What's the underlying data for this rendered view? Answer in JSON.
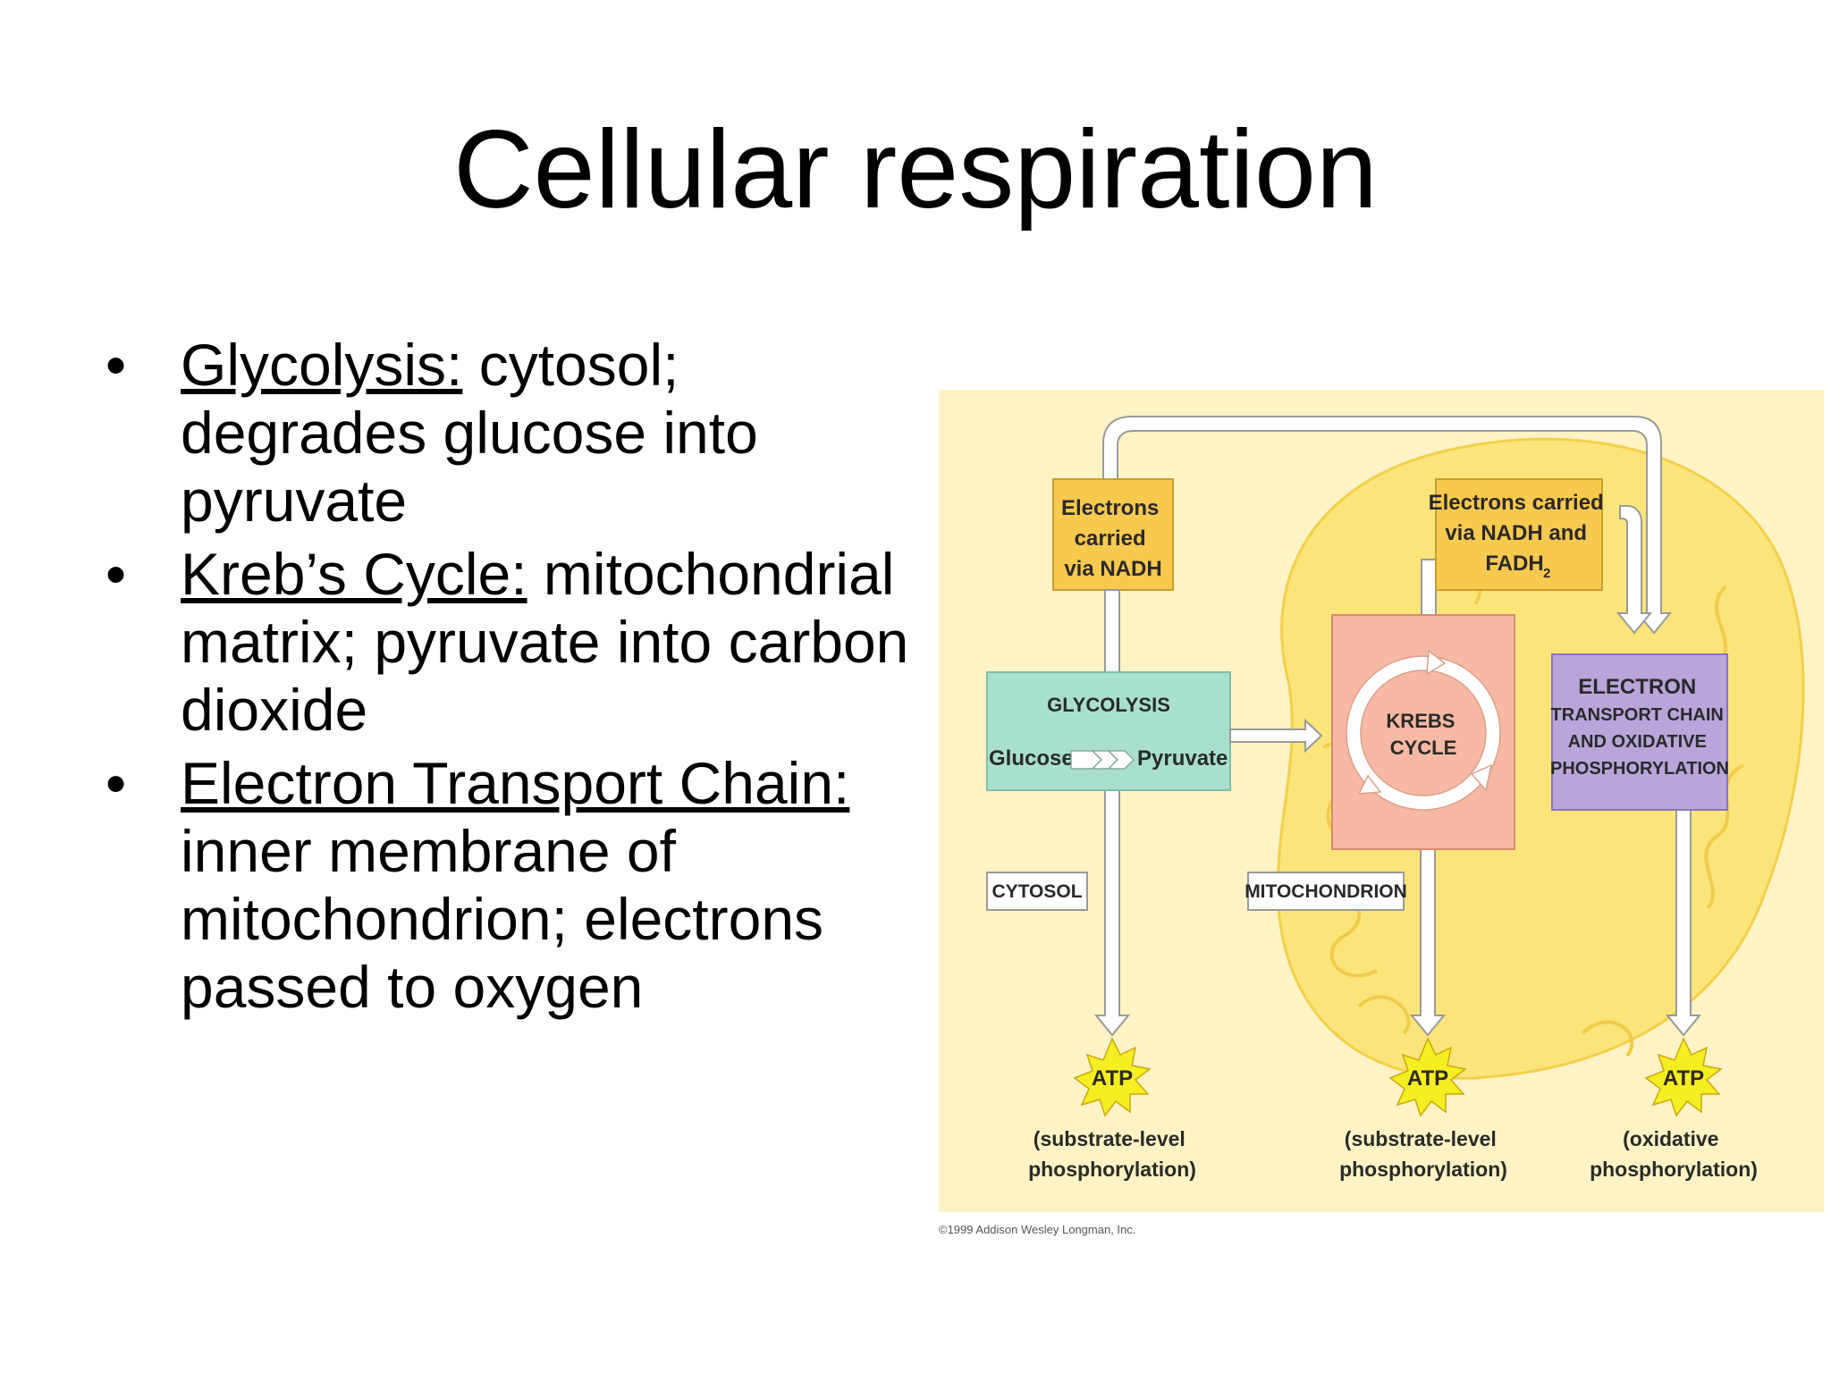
{
  "slide": {
    "title": "Cellular respiration",
    "bullets": [
      {
        "term": "Glycolysis:",
        "text": "  cytosol; degrades glucose into pyruvate"
      },
      {
        "term": "Kreb’s Cycle:",
        "text": " mitochondrial matrix; pyruvate into carbon dioxide"
      },
      {
        "term": "Electron Transport Chain:",
        "text": " inner membrane of mitochondrion; electrons passed to oxygen"
      }
    ],
    "bullet_symbol": "•"
  },
  "figure": {
    "electrons_nadh": [
      "Electrons",
      "carried",
      "via NADH"
    ],
    "electrons_nadh_fadh": [
      "Electrons carried",
      "via NADH and",
      "FADH"
    ],
    "fadh_subscript": "2",
    "glycolysis_title": "GLYCOLYSIS",
    "glucose": "Glucose",
    "pyruvate": "Pyruvate",
    "krebs": [
      "KREBS",
      "CYCLE"
    ],
    "etc": [
      "ELECTRON",
      "TRANSPORT CHAIN",
      "AND OXIDATIVE",
      "PHOSPHORYLATION"
    ],
    "cytosol": "CYTOSOL",
    "mitochondrion": "MITOCHONDRION",
    "atp": "ATP",
    "atp_captions": [
      [
        "(substrate-level",
        "phosphorylation)"
      ],
      [
        "(substrate-level",
        "phosphorylation)"
      ],
      [
        "(oxidative",
        "phosphorylation)"
      ]
    ],
    "credit": "©1999 Addison Wesley Longman, Inc.",
    "colors": {
      "background": "#fdf3c4",
      "mitochondrion": "#fbe57a",
      "electron_box": "#f8c94f",
      "glycolysis": "#a9e0cd",
      "krebs": "#f7b9a3",
      "etc": "#b8a6da",
      "atp": "#f5ee22"
    }
  }
}
